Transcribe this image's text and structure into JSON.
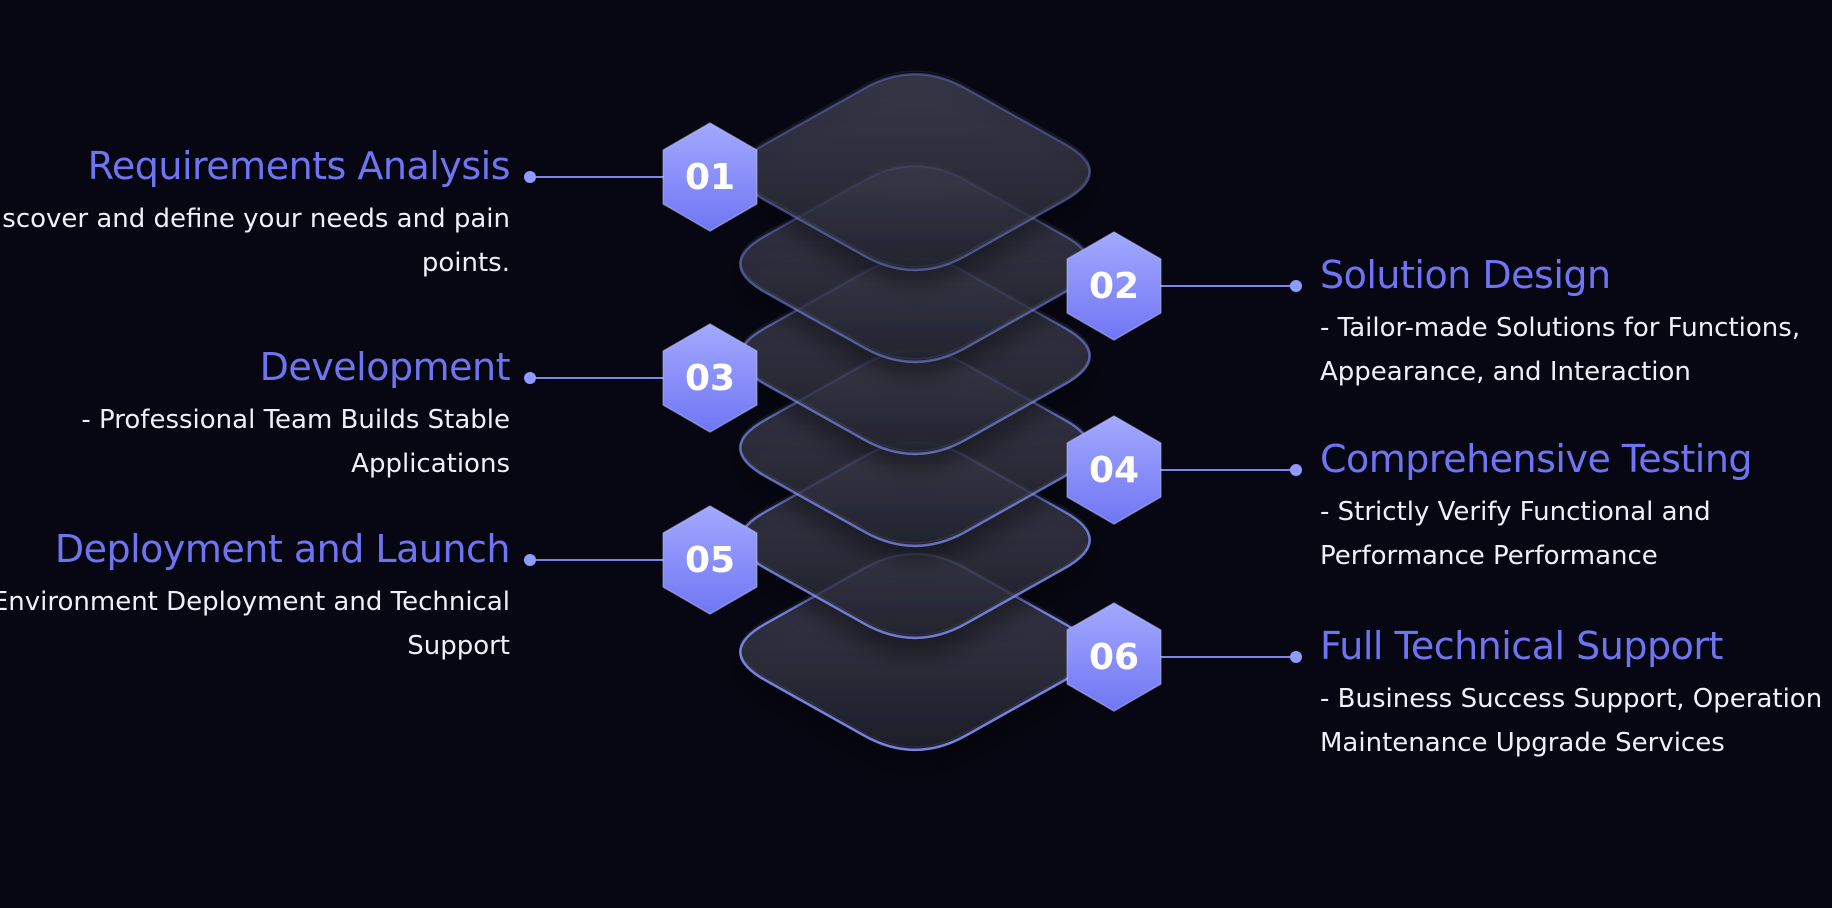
{
  "colors": {
    "background": "#070713",
    "accent": "#6f74f2",
    "accent_light": "#8f9bff",
    "connector": "#7d86e8",
    "hex_top": "#a2a9ff",
    "hex_bottom": "#7076f3",
    "desc_text": "#eef0f7"
  },
  "steps": [
    {
      "num": "01",
      "title": "Requirements Analysis",
      "desc": "- Discover and define your needs and pain points.",
      "side": "left"
    },
    {
      "num": "02",
      "title": "Solution Design",
      "desc": "- Tailor-made Solutions for Functions, Appearance, and Interaction",
      "side": "right"
    },
    {
      "num": "03",
      "title": "Development",
      "desc": "- Professional Team Builds Stable Applications",
      "side": "left"
    },
    {
      "num": "04",
      "title": "Comprehensive Testing",
      "desc": "- Strictly Verify Functional and Performance Performance",
      "side": "right"
    },
    {
      "num": "05",
      "title": "Deployment and Launch",
      "desc": "- Environment Deployment and Technical Support",
      "side": "left"
    },
    {
      "num": "06",
      "title": "Full Technical Support",
      "desc": "- Business Success Support, Operation and Maintenance Upgrade Services",
      "side": "right"
    }
  ]
}
